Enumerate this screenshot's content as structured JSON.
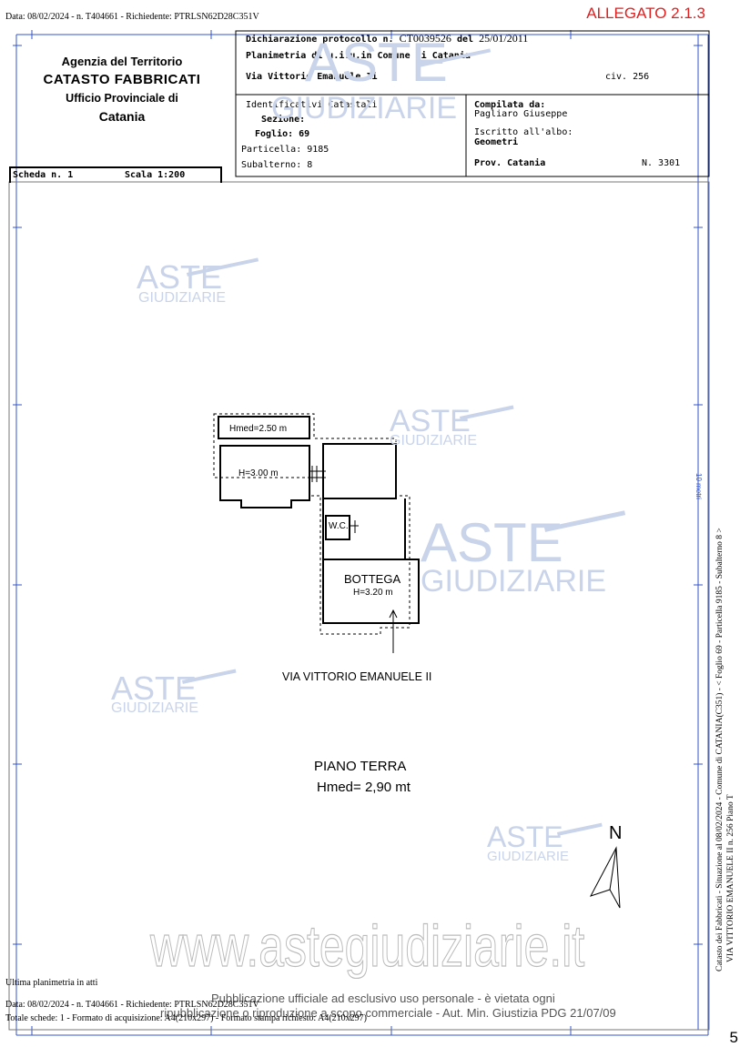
{
  "header": {
    "top_line": "Data: 08/02/2024 - n. T404661 - Richiedente: PTRLSN62D28C351V",
    "allegato": "ALLEGATO 2.1.3"
  },
  "agency": {
    "line1": "Agenzia del Territorio",
    "line2": "CATASTO FABBRICATI",
    "line3": "Ufficio Provinciale di",
    "line4": "Catania"
  },
  "scheda": {
    "number": "Scheda n. 1",
    "scale": "Scala 1:200"
  },
  "declaration": {
    "protocol_label": "Dichiarazione protocollo n.",
    "protocol_number": "CT0039526",
    "date_label": "del",
    "date": "25/01/2011",
    "planimetria": "Planimetria di u.i.u.in Comune di Catania",
    "address": "Via Vittorio Emanuele Ii",
    "civ": "civ. 256"
  },
  "identifiers": {
    "title": "Identificativi Catastali:",
    "sezione": "Sezione:",
    "foglio": "Foglio: 69",
    "particella": "Particella: 9185",
    "subalterno": "Subalterno: 8"
  },
  "compiler": {
    "label": "Compilata da:",
    "name": "Pagliaro Giuseppe",
    "albo_label": "Iscritto all'albo:",
    "albo": "Geometri",
    "prov": "Prov. Catania",
    "number": "N. 3301"
  },
  "plan": {
    "room1": "Hmed=2.50 m",
    "room2": "H=3.00 m",
    "wc": "W.C.",
    "bottega": "BOTTEGA",
    "bottega_h": "H=3.20 m",
    "street": "VIA VITTORIO EMANUELE II",
    "floor": "PIANO TERRA",
    "hmed": "Hmed= 2,90 mt",
    "north": "N",
    "scale_mark": "10 metri"
  },
  "watermark": {
    "aste": "ASTE",
    "giudiziarie": "GIUDIZIARIE",
    "site": "www.astegiudiziarie.it",
    "pub1": "Pubblicazione ufficiale ad esclusivo uso personale - è vietata ogni",
    "pub2": "ripubblicazione o riproduzione a scopo commerciale - Aut. Min. Giustizia PDG 21/07/09"
  },
  "footer": {
    "last": "Ultima planimetria in atti",
    "data": "Data: 08/02/2024 - n. T404661 - Richiedente: PTRLSN62D28C351V",
    "totale": "Totale schede: 1 - Formato di acquisizione: A4(210x297) - Formato stampa richiesto: A4(210x297)",
    "page": "5"
  },
  "side": {
    "line1": "Catasto dei Fabbricati - Situazione al 08/02/2024 - Comune di CATANIA(C351) - < Foglio 69 - Particella 9185 - Subalterno 8 >",
    "line2": "VIA VITTORIO EMANUELE II n. 256 Piano T"
  }
}
